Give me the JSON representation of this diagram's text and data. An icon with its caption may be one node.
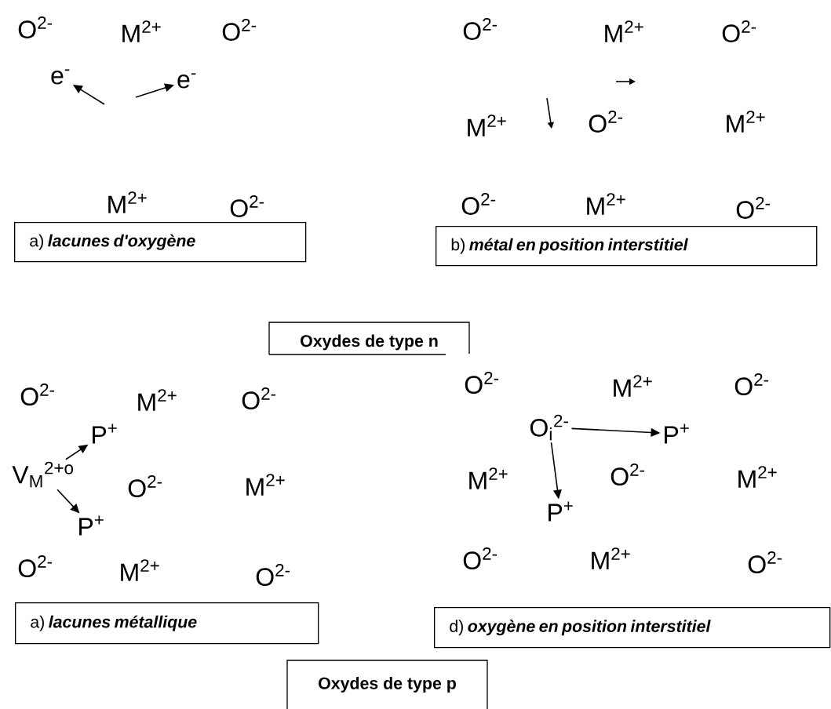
{
  "diagram": {
    "nodes": [
      {
        "text": [
          "e$^{-}$"
        ]
      },
      {
        "text": [
          "e$^{-}$"
        ]
      },
      {
        "text": [
          "a) *lacunes d'oxygène*"
        ]
      },
      {
        "text": [
          "b) *métal en position interstitiel*"
        ]
      },
      {
        "text": [
          "Oxydes de type n"
        ]
      },
      {
        "text": [
          "P$^{+}$"
        ]
      },
      {
        "text": [
          "V$_{M}$$^{2+o}$"
        ]
      },
      {
        "text": [
          "P$^{+}$"
        ]
      },
      {
        "text": [
          "O$_{i}$$^{2-}$"
        ]
      },
      {
        "text": [
          "P$^{+}$"
        ]
      },
      {
        "text": [
          "P$^{+}$"
        ]
      },
      {
        "text": [
          "a) *lacunes métallique*"
        ]
      },
      {
        "text": [
          "d) *oxygène en position interstitiel*"
        ]
      },
      {
        "text": [
          "Oxydes de type p"
        ]
      }
    ],
    "edges": [
      {
        "from": null,
        "to": 0,
        "arrow": "to"
      },
      {
        "from": null,
        "to": 1,
        "arrow": "to"
      },
      {
        "from": 6,
        "to": 5,
        "arrow": "to"
      },
      {
        "from": 6,
        "to": 7,
        "arrow": "to"
      },
      {
        "from": 8,
        "to": 9,
        "arrow": "to"
      },
      {
        "from": 8,
        "to": 10,
        "arrow": "to"
      }
    ],
    "labels": [
      "O$^{2-}$",
      "M$^{2+}$",
      "O$^{2-}$",
      "M$^{2+}$",
      "O$^{2-}$",
      "O$^{2-}$",
      "M$^{2+}$",
      "O$^{2-}$",
      "M$^{2+}$",
      "O$^{2-}$",
      "M$^{2+}$",
      "O$^{2-}$",
      "M$^{2+}$",
      "O$^{2-}$",
      "O$^{2-}$",
      "M$^{2+}$",
      "O$^{2-}$",
      "O$^{2-}$",
      "M$^{2+}$",
      "O$^{2-}$",
      "M$^{2+}$",
      "O$^{2-}$",
      "O$^{2-}$",
      "M$^{2+}$",
      "O$^{2-}$",
      "M$^{2+}$",
      "O$^{2-}$",
      "M$^{2+}$",
      "O$^{2-}$",
      "M$^{2+}$",
      "O$^{2-}$"
    ]
  }
}
